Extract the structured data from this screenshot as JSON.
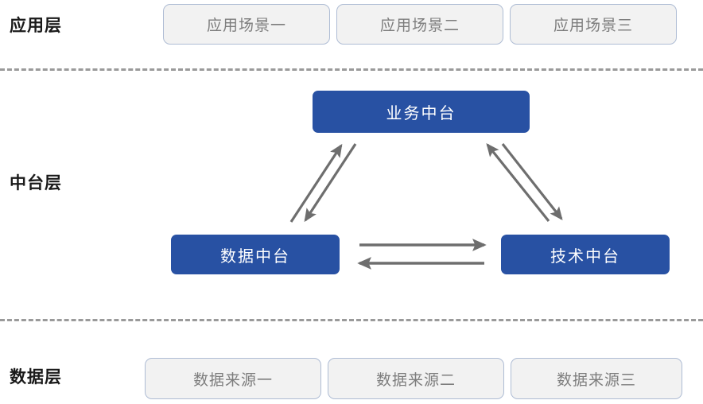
{
  "diagram": {
    "title_layers": {
      "application": "应用层",
      "middle": "中台层",
      "data": "数据层"
    },
    "colors": {
      "platform_blue": "#2851a3",
      "scene_fill": "#f2f2f2",
      "scene_border": "#aebcd4",
      "scene_text": "#7d7d7d",
      "divider": "#9a9a9a",
      "arrow": "#6e6e6e",
      "label_text": "#1a1a1a"
    },
    "application_layer": {
      "boxes": [
        {
          "label": "应用场景一"
        },
        {
          "label": "应用场景二"
        },
        {
          "label": "应用场景三"
        }
      ]
    },
    "middle_layer": {
      "boxes": [
        {
          "id": "business",
          "label": "业务中台"
        },
        {
          "id": "data",
          "label": "数据中台"
        },
        {
          "id": "tech",
          "label": "技术中台"
        }
      ],
      "connections": [
        {
          "from": "数据中台",
          "to": "业务中台",
          "direction": "up"
        },
        {
          "from": "业务中台",
          "to": "数据中台",
          "direction": "down"
        },
        {
          "from": "技术中台",
          "to": "业务中台",
          "direction": "up"
        },
        {
          "from": "业务中台",
          "to": "技术中台",
          "direction": "down"
        },
        {
          "from": "数据中台",
          "to": "技术中台",
          "direction": "right"
        },
        {
          "from": "技术中台",
          "to": "数据中台",
          "direction": "left"
        }
      ]
    },
    "data_layer": {
      "boxes": [
        {
          "label": "数据来源一"
        },
        {
          "label": "数据来源二"
        },
        {
          "label": "数据来源三"
        }
      ]
    }
  }
}
